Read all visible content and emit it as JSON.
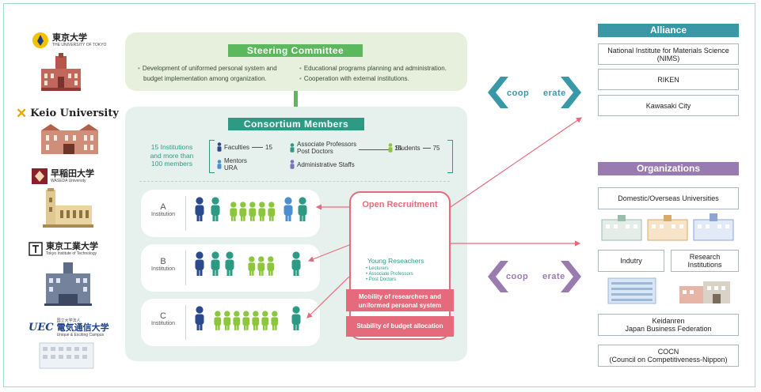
{
  "universities": [
    {
      "name": "東京大学",
      "sub": "THE UNIVERSITY OF TOKYO"
    },
    {
      "name": "Keio University",
      "sub": ""
    },
    {
      "name": "早稲田大学",
      "sub": "WASEDA University"
    },
    {
      "name": "東京工業大学",
      "sub": "Tokyo Institute of Technology"
    },
    {
      "name": "電気通信大学",
      "sub": "Unique & Exciting Campus",
      "mark": "UEC",
      "pre": "国立大学法人"
    }
  ],
  "steering": {
    "title": "Steering Committee",
    "bullets_left": [
      "Development of uniformed personal system and",
      "budget implementation among organization."
    ],
    "bullets_right": [
      "Educational programs planning and administration.",
      "Cooperation with external institutions."
    ]
  },
  "consortium": {
    "title": "Consortium Members",
    "summary": [
      "15 Institutions",
      "and more than",
      "100 members"
    ],
    "faculties": "Faculties",
    "faculties_count": "15",
    "mentors": [
      "Mentors",
      "URA"
    ],
    "assoc": [
      "Associate Professors",
      "Post Doctors"
    ],
    "assoc_count": "15",
    "admin": "Administrative Staffs",
    "students": "Students",
    "students_count": "75",
    "institutions": [
      {
        "letter": "A",
        "word": "Institution"
      },
      {
        "letter": "B",
        "word": "Institution"
      },
      {
        "letter": "C",
        "word": "Institution"
      }
    ]
  },
  "recruitment": {
    "title": "Open Recruitment",
    "young": "Young Reseachers",
    "roles": [
      "Lecturers",
      "Associate Professors",
      "Post Doctors"
    ],
    "mobility": [
      "Mobility of researchers and",
      "uniformed personal system"
    ],
    "stability": "Stability of budget allocation"
  },
  "coop": {
    "left": "coop",
    "right": "erate"
  },
  "alliance": {
    "title": "Alliance",
    "items": [
      [
        "National Institute for Materials Science",
        "(NIMS)"
      ],
      [
        "RIKEN"
      ],
      [
        "Kawasaki City"
      ]
    ]
  },
  "organizations": {
    "title": "Organizations",
    "domestic": "Domestic/Overseas Universities",
    "industry": "Indutry",
    "research": [
      "Research",
      "Institutions"
    ],
    "keidanren": [
      "Keidanren",
      "Japan Business Federation"
    ],
    "cocn": [
      "COCN",
      "(Council on Competitiveness-Nippon)"
    ]
  },
  "colors": {
    "teal": "#2d9b84",
    "green": "#5cb85c",
    "navy": "#2a4a8c",
    "lime": "#8cc63f",
    "blue": "#4a8fd0",
    "pink": "#e56b7c",
    "alliance": "#3a97a8",
    "org": "#9a7bb0"
  }
}
